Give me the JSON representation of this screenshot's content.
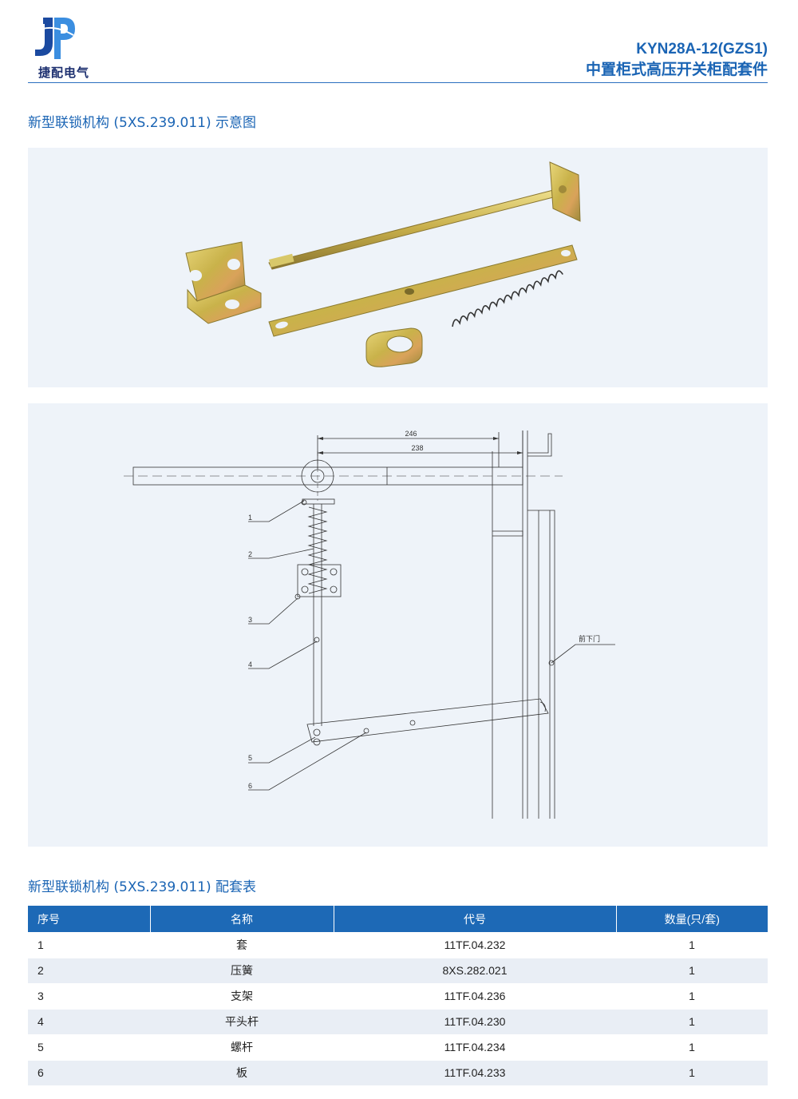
{
  "brand": {
    "name": "捷配电气",
    "colors": {
      "accent": "#1a64b4",
      "header_bg": "#1d69b6",
      "panel_bg": "#eef3f9",
      "metal": "#c9b24a"
    }
  },
  "header": {
    "model": "KYN28A-12(GZS1)",
    "subtitle": "中置柜式高压开关柜配套件"
  },
  "section1": {
    "title": "新型联锁机构 (5XS.239.011) 示意图"
  },
  "drawing": {
    "dim_outer": "246",
    "dim_inner": "238",
    "callouts": [
      "1",
      "2",
      "3",
      "4",
      "5",
      "6"
    ],
    "door_label": "前下门"
  },
  "section2": {
    "title": "新型联锁机构 (5XS.239.011) 配套表"
  },
  "table": {
    "headers": [
      "序号",
      "名称",
      "代号",
      "数量(只/套)"
    ],
    "rows": [
      [
        "1",
        "套",
        "11TF.04.232",
        "1"
      ],
      [
        "2",
        "压簧",
        "8XS.282.021",
        "1"
      ],
      [
        "3",
        "支架",
        "11TF.04.236",
        "1"
      ],
      [
        "4",
        "平头杆",
        "11TF.04.230",
        "1"
      ],
      [
        "5",
        "螺杆",
        "11TF.04.234",
        "1"
      ],
      [
        "6",
        "板",
        "11TF.04.233",
        "1"
      ]
    ]
  }
}
